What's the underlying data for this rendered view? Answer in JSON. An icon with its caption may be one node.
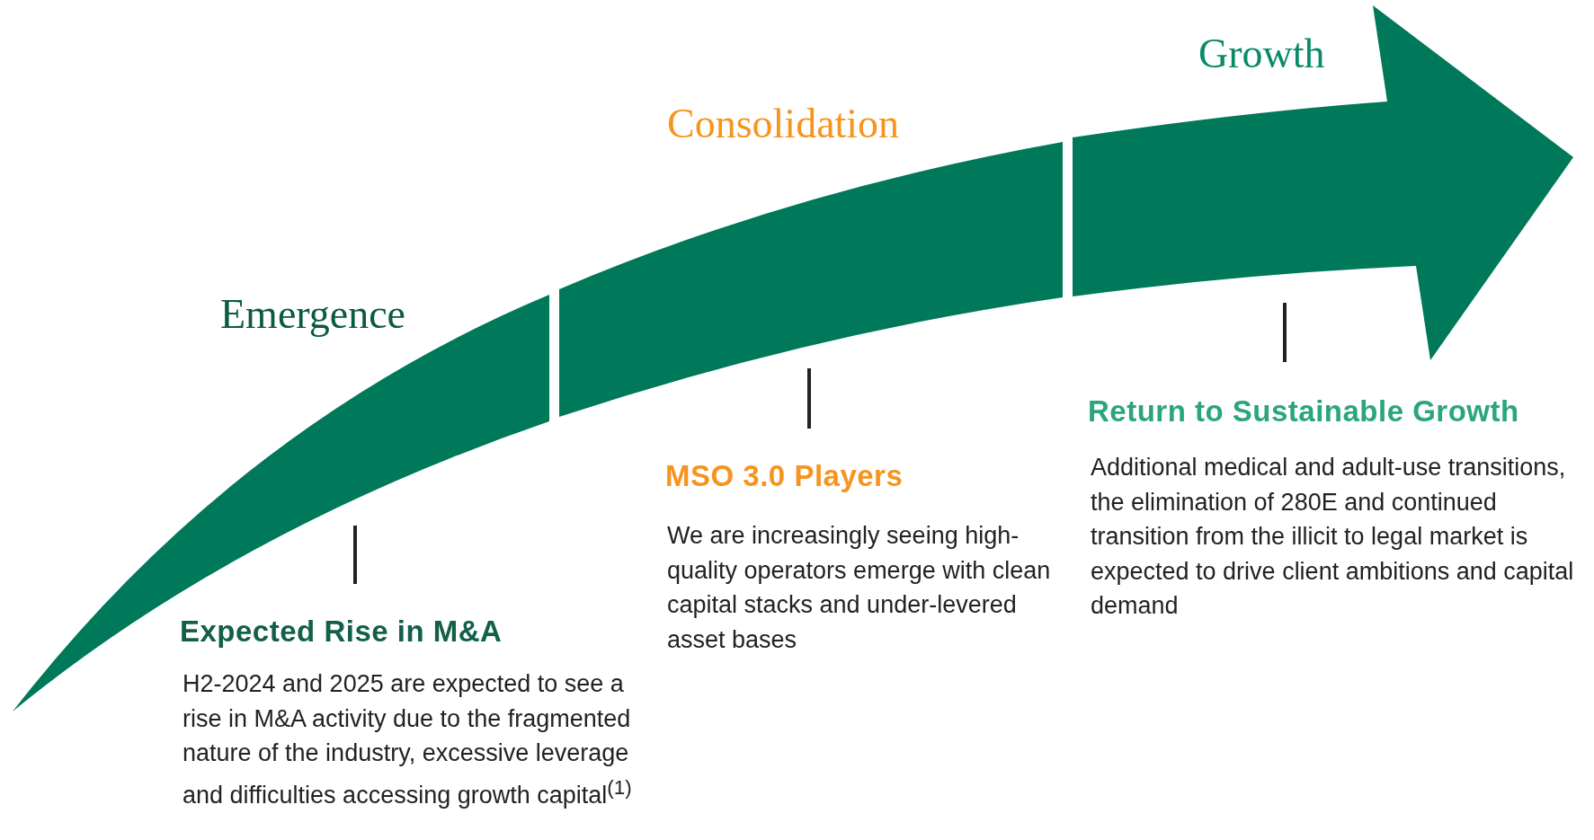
{
  "diagram": {
    "nodes": [
      {
        "text": [
          "Emergence"
        ],
        "beside": [
          "Expected Rise in M&A",
          "H2-2024 and 2025 are expected to see a rise in M&A activity due to the fragmented nature of the industry, excessive leverage and difficulties accessing growth capital$^{(1)}$"
        ]
      },
      {
        "text": [
          "Consolidation"
        ],
        "beside": [
          "MSO 3.0 Players",
          "We are increasingly seeing high-quality operators emerge with clean capital stacks and under-levered asset bases"
        ]
      },
      {
        "text": [
          "Growth"
        ],
        "beside": [
          "Return to Sustainable Growth",
          "Additional medical and adult-use transitions, the elimination of 280E and continued transition from the illicit to legal market is expected to drive client ambitions and capital demand"
        ]
      }
    ],
    "edges": []
  }
}
